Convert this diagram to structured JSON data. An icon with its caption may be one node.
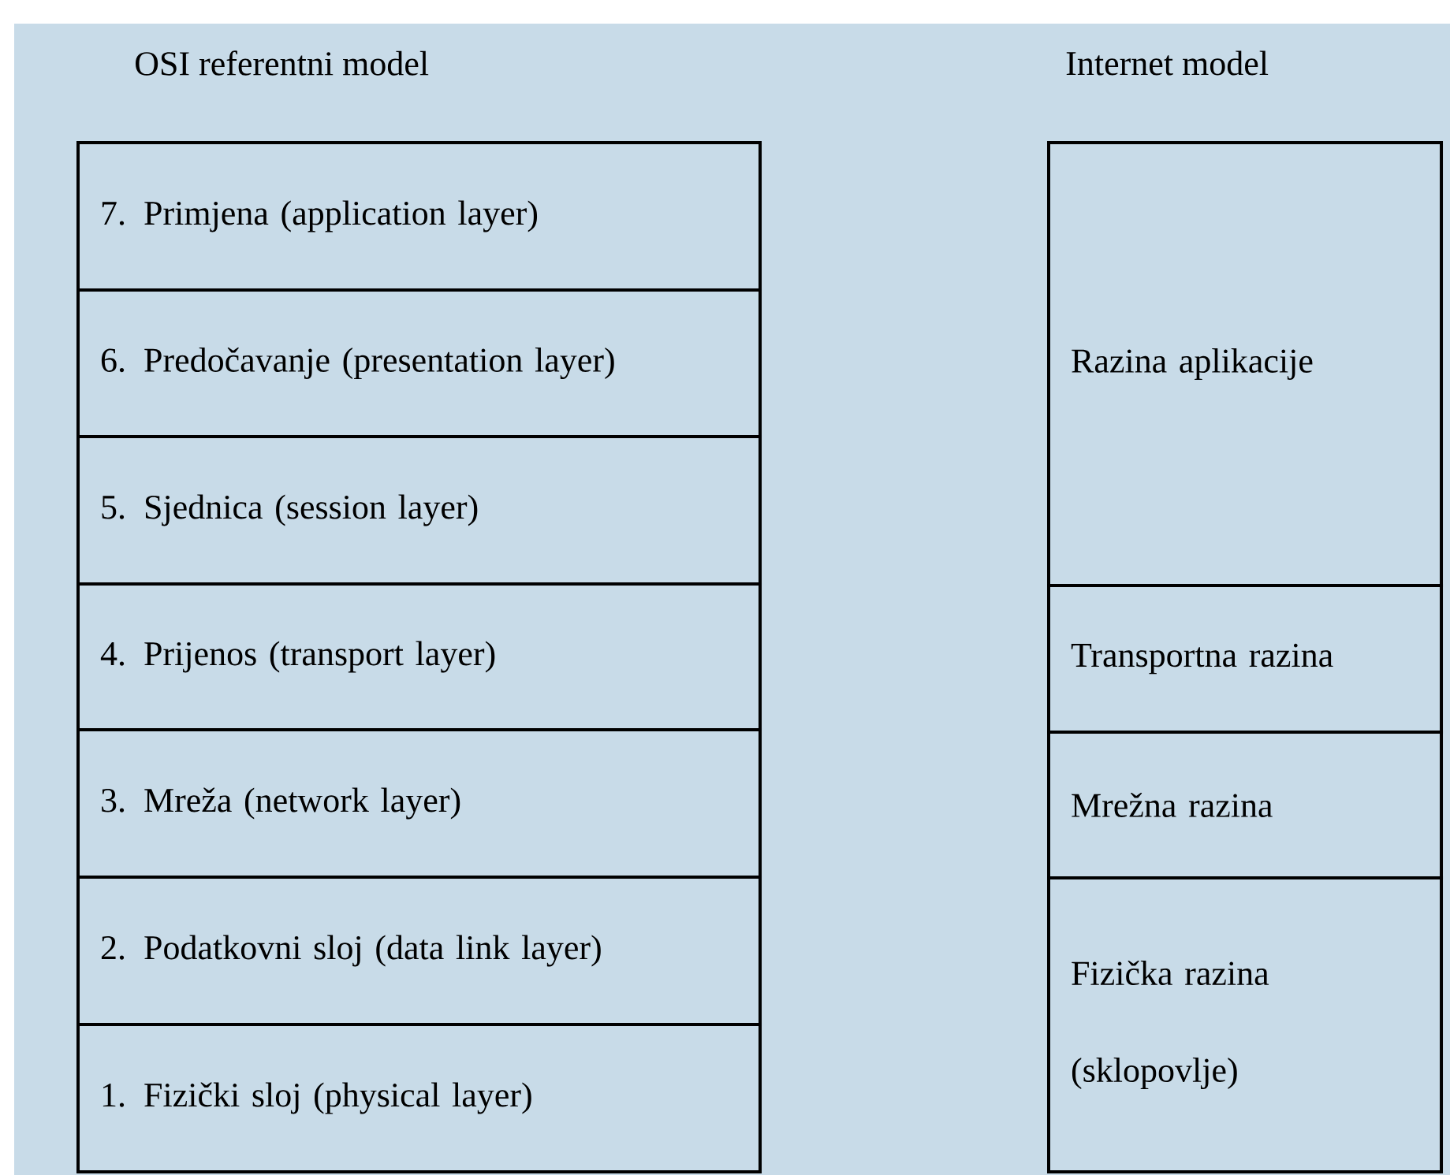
{
  "diagram": {
    "nodes": [
      {
        "text": [
          "7. Primjena (application  layer)"
        ]
      },
      {
        "text": [
          "6. Predočavanje (presentation layer)"
        ]
      },
      {
        "text": [
          "5. Sjednica (session layer)"
        ]
      },
      {
        "text": [
          "4. Prijenos (transport layer)"
        ]
      },
      {
        "text": [
          "3. Mreža (network layer)"
        ]
      },
      {
        "text": [
          "2. Podatkovni sloj (data link layer)"
        ]
      },
      {
        "text": [
          "1. Fizički sloj (physical layer)"
        ]
      },
      {
        "text": [
          "Razina aplikacije"
        ]
      },
      {
        "text": [
          "Transportna razina"
        ]
      },
      {
        "text": [
          "Mrežna razina"
        ]
      },
      {
        "text": [
          "Fizička razina (sklopovlje)"
        ]
      }
    ],
    "labels": [
      "OSI referentni model",
      "Internet model"
    ]
  }
}
